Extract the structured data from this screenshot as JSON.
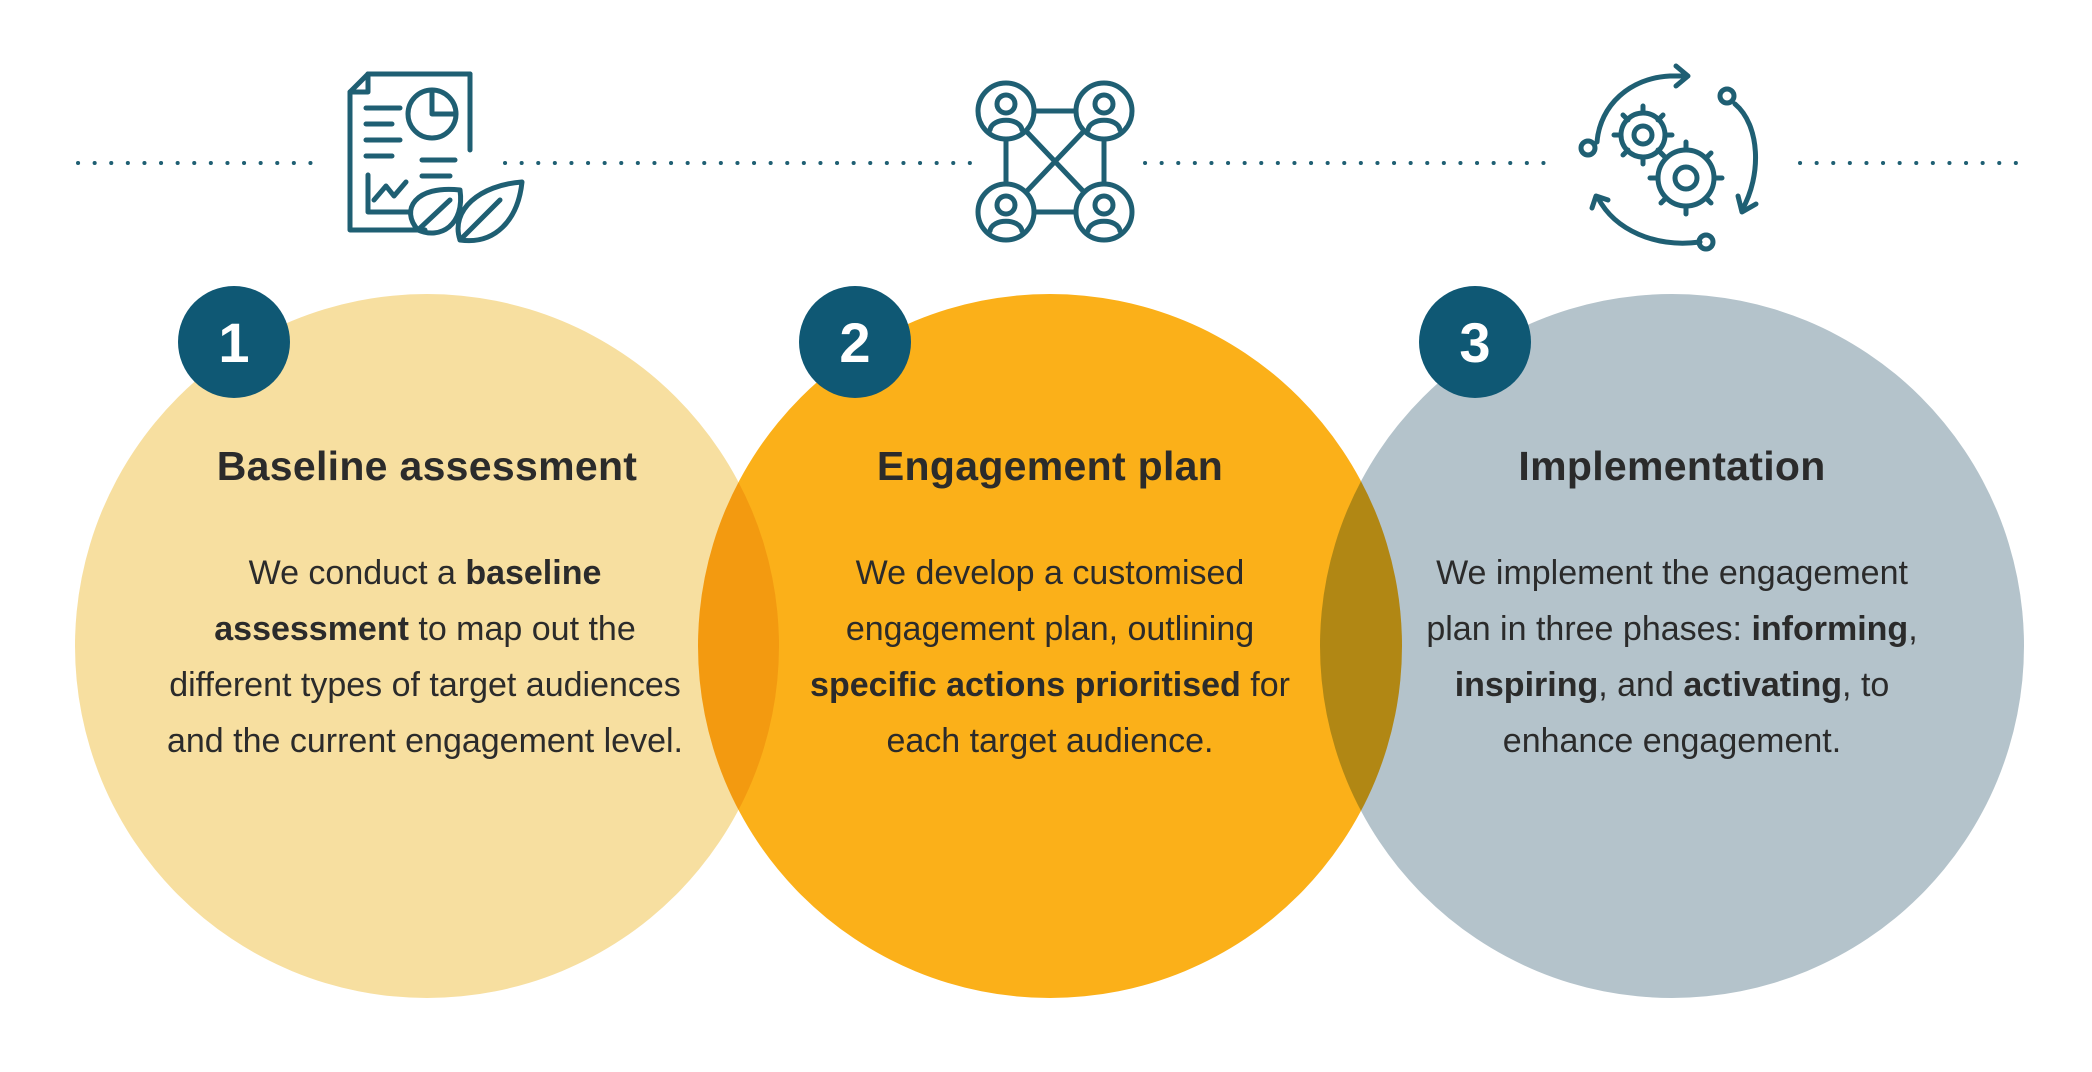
{
  "colors": {
    "circle_1": "#f7dfa0",
    "circle_2": "#fbb019",
    "circle_3": "#b4c3cb",
    "badge": "#0f5874",
    "icon": "#1f5f73",
    "text": "#2b2b2b"
  },
  "steps": [
    {
      "number": "1",
      "title": "Baseline assessment",
      "icon": "report-chart-leaf-icon",
      "body": [
        {
          "text": "We conduct a "
        },
        {
          "text": "baseline assessment",
          "bold": true
        },
        {
          "text": " to map out the different types of target audiences and the current engagement level."
        }
      ]
    },
    {
      "number": "2",
      "title": "Engagement plan",
      "icon": "network-people-icon",
      "body": [
        {
          "text": "We develop a customised engagement plan, outlining "
        },
        {
          "text": "specific actions prioritised",
          "bold": true
        },
        {
          "text": " for each target audience."
        }
      ]
    },
    {
      "number": "3",
      "title": "Implementation",
      "icon": "gears-cycle-icon",
      "body": [
        {
          "text": "We implement the engagement plan in three phases: "
        },
        {
          "text": "informing",
          "bold": true
        },
        {
          "text": ", "
        },
        {
          "text": "inspiring",
          "bold": true
        },
        {
          "text": ", and "
        },
        {
          "text": "activating",
          "bold": true
        },
        {
          "text": ", to enhance engagement."
        }
      ]
    }
  ]
}
